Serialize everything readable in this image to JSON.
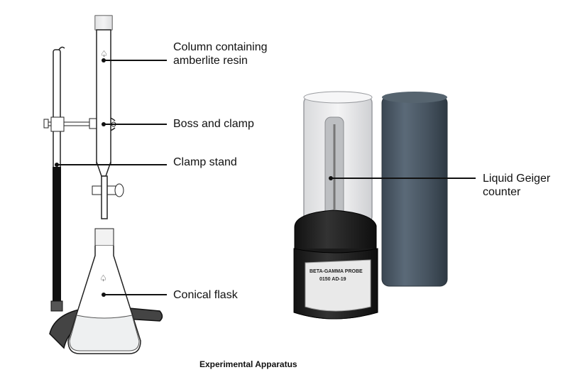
{
  "labels": {
    "column": "Column containing\namberlite resin",
    "boss_clamp": "Boss and clamp",
    "clamp_stand": "Clamp stand",
    "conical_flask": "Conical flask",
    "geiger": "Liquid Geiger\ncounter"
  },
  "probe_text": {
    "line1": "BETA-GAMMA PROBE",
    "line2": "0150 AD-19"
  },
  "caption": "Experimental Apparatus",
  "colors": {
    "line": "#111111",
    "probe_body": "#222222",
    "cap": "#4a5866"
  }
}
